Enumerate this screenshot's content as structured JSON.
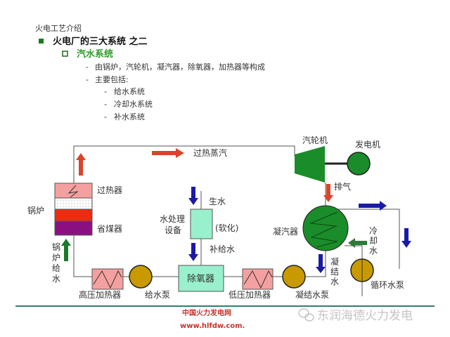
{
  "header": {
    "title": "火电工艺介绍",
    "level1": "火电厂的三大系统 之二",
    "level2": "汽水系统",
    "bullets": [
      "由锅炉，汽轮机，凝汽器，除氧器，加热器等构成",
      "主要包括:"
    ],
    "sub_bullets": [
      "给水系统",
      "冷却水系统",
      "补水系统"
    ]
  },
  "diagram": {
    "superheated_steam": "过热蒸汽",
    "turbine": "汽轮机",
    "generator": "发电机",
    "exhaust": "排气",
    "boiler": "锅炉",
    "superheater": "过热器",
    "economizer": "省煤器",
    "boiler_feedwater": [
      "锅",
      "炉",
      "给",
      "水"
    ],
    "raw_water": "生水",
    "water_treatment": [
      "水处理",
      "设备"
    ],
    "softening": "(软化)",
    "makeup_water": "补给水",
    "condenser": "凝汽器",
    "cooling_water": [
      "冷",
      "却",
      "水"
    ],
    "condensate": [
      "凝",
      "结",
      "水"
    ],
    "deaerator": "除氧器",
    "hp_heater": "高压加热器",
    "feed_pump": "给水泵",
    "lp_heater": "低压加热器",
    "condensate_pump": "凝结水泵",
    "circ_pump": "循环水泵"
  },
  "footer": {
    "site_name": "中国火力发电网",
    "site_url": "www.hlfdw.com.",
    "watermark": "东润海德火力发电"
  },
  "colors": {
    "green": "#1e8c1e",
    "red_arrow": "#d9442a",
    "blue_arrow": "#1a1aa8",
    "pump": "#c89a00",
    "deaerator": "#99f0cc"
  }
}
